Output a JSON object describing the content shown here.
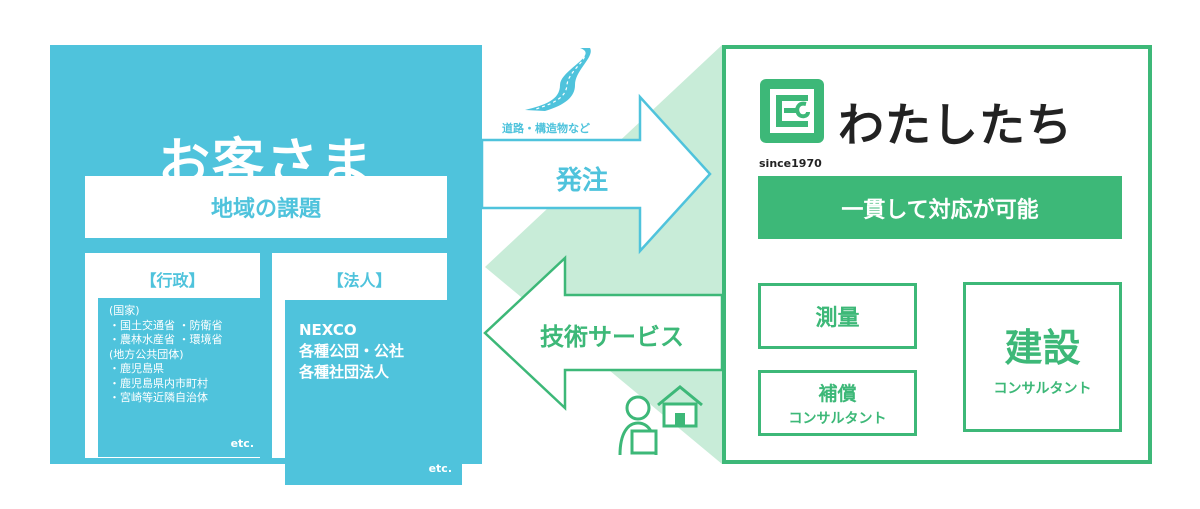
{
  "customer": {
    "title": "お客さま",
    "issues": "地域の課題",
    "government": {
      "heading": "【行政】",
      "lines": [
        "(国家)",
        "・国土交通省 ・防衛省",
        "・農林水産省 ・環境省",
        "(地方公共団体)",
        "・鹿児島県",
        "・鹿児島県内市町村",
        "・宮崎等近隣自治体"
      ],
      "etc": "etc."
    },
    "corporation": {
      "heading": "【法人】",
      "lines": [
        "NEXCO",
        "各種公団・公社",
        "各種社団法人"
      ],
      "etc": "etc."
    }
  },
  "flow": {
    "road_label": "道路・構造物など",
    "order_label": "発注",
    "tech_label": "技術サービス"
  },
  "us": {
    "name": "わたしたち",
    "since": "since1970",
    "oneway": "一貫して対応が可能",
    "survey": "測量",
    "compensation": {
      "main": "補償",
      "sub": "コンサルタント"
    },
    "construction": {
      "main": "建設",
      "sub": "コンサルタント"
    }
  },
  "colors": {
    "customer_blue": "#4fc3dc",
    "brand_green": "#3db878",
    "light_green": "#c8ecd8"
  }
}
